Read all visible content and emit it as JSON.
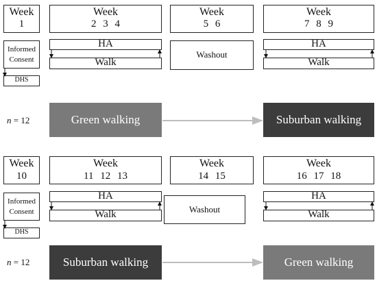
{
  "block1": {
    "week_a": {
      "title": "Week",
      "nums": "1"
    },
    "week_b": {
      "title": "Week",
      "nums": "2   3   4"
    },
    "week_c": {
      "title": "Week",
      "nums": "5   6"
    },
    "week_d": {
      "title": "Week",
      "nums": "7   8   9"
    },
    "consent": {
      "line1": "Informed",
      "line2": "Consent"
    },
    "dhs": "DHS",
    "ha_b": "HA",
    "walk_b": "Walk",
    "washout": "Washout",
    "ha_d": "HA",
    "walk_d": "Walk",
    "n_var": "n",
    "n_rest": " = 12",
    "banner_left": {
      "label": "Green walking",
      "color": "#7a7a7a"
    },
    "banner_right": {
      "label": "Suburban walking",
      "color": "#3c3c3c"
    }
  },
  "block2": {
    "week_a": {
      "title": "Week",
      "nums": "10"
    },
    "week_b": {
      "title": "Week",
      "nums": "11   12   13"
    },
    "week_c": {
      "title": "Week",
      "nums": "14   15"
    },
    "week_d": {
      "title": "Week",
      "nums": "16   17   18"
    },
    "consent": {
      "line1": "Informed",
      "line2": "Consent"
    },
    "dhs": "DHS",
    "ha_b": "HA",
    "walk_b": "Walk",
    "washout": "Washout",
    "ha_d": "HA",
    "walk_d": "Walk",
    "n_var": "n",
    "n_rest": " = 12",
    "banner_left": {
      "label": "Suburban walking",
      "color": "#3c3c3c"
    },
    "banner_right": {
      "label": "Green walking",
      "color": "#7a7a7a"
    }
  }
}
